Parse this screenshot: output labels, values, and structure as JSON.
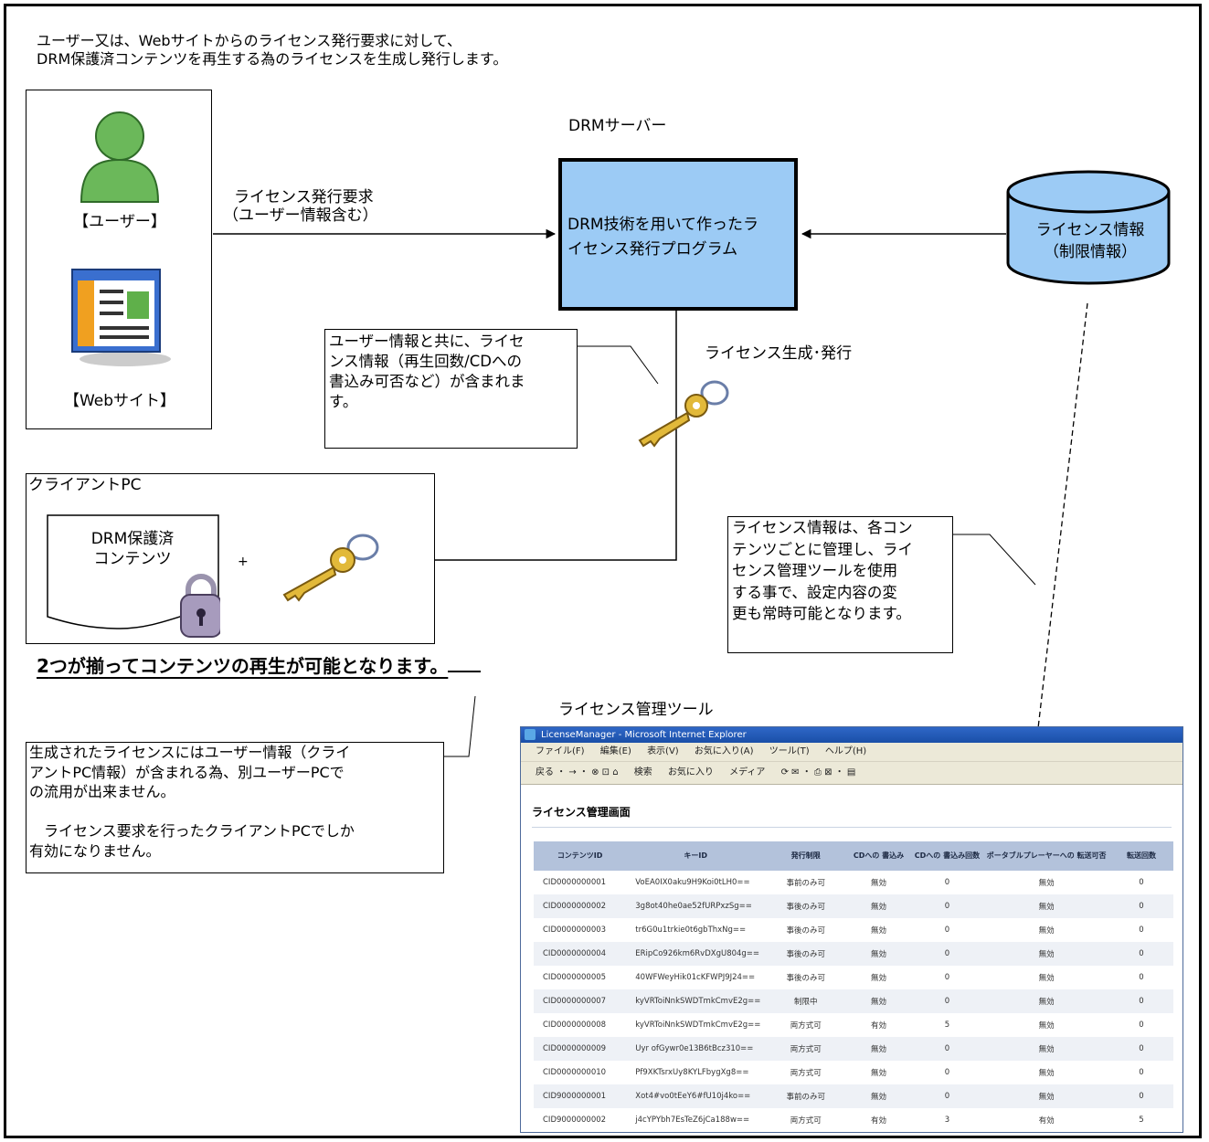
{
  "intro": {
    "line1": "ユーザー又は、Webサイトからのライセンス発行要求に対して、",
    "line2": "DRM保護済コンテンツを再生する為のライセンスを生成し発行します。"
  },
  "actors": {
    "user_label": "【ユーザー】",
    "website_label": "【Webサイト】"
  },
  "request": {
    "line1": "ライセンス発行要求",
    "line2": "（ユーザー情報含む）"
  },
  "server": {
    "title": "DRMサーバー",
    "text_line1": "DRM技術を用いて作ったラ",
    "text_line2": "イセンス発行プログラム"
  },
  "database": {
    "line1": "ライセンス情報",
    "line2": "（制限情報）"
  },
  "note_license": {
    "lines": [
      "ユーザー情報と共に、ライセ",
      "ンス情報（再生回数/CDへの",
      "書込み可否など）が含まれま",
      "す。"
    ]
  },
  "issue_label": "ライセンス生成･発行",
  "client": {
    "title": "クライアントPC",
    "content_line1": "DRM保護済",
    "content_line2": "コンテンツ",
    "plus": "+"
  },
  "note_manage": {
    "lines": [
      "ライセンス情報は、各コン",
      "テンツごとに管理し、ライ",
      "センス管理ツールを使用",
      "する事で、設定内容の変",
      "更も常時可能となります。"
    ]
  },
  "heading": "つが揃ってコンテンツの再生が可能となります。",
  "note_user": {
    "lines": [
      "生成されたライセンスにはユーザー情報（クライ",
      "アントPC情報）が含まれる為、別ユーザーPCで",
      "の流用が出来ません。",
      "",
      "　ライセンス要求を行ったクライアントPCでしか",
      "有効になりません。"
    ]
  },
  "tool_title": "ライセンス管理ツール",
  "browser": {
    "title": "LicenseManager - Microsoft Internet Explorer",
    "menu": [
      "ファイル(F)",
      "編集(E)",
      "表示(V)",
      "お気に入り(A)",
      "ツール(T)",
      "ヘルプ(H)"
    ],
    "toolbar": [
      "戻る ・ → ・ ⊗ ⊡ ⌂",
      "検索",
      "お気に入り",
      "メディア",
      "⟳ ✉ ・ ⎙ ⊠ ・ ▤"
    ],
    "page_heading": "ライセンス管理画面",
    "columns": [
      "コンテンツID",
      "キーID",
      "発行制限",
      "CDへの 書込み",
      "CDへの 書込み回数",
      "ポータブルプレーヤーへの 転送可否",
      "転送回数"
    ],
    "rows": [
      [
        "CID0000000001",
        "VoEA0IX0aku9H9Koi0tLH0==",
        "事前のみ可",
        "無効",
        "0",
        "無効",
        "0"
      ],
      [
        "CID0000000002",
        "3g8ot40he0ae52fURPxzSg==",
        "事後のみ可",
        "無効",
        "0",
        "無効",
        "0"
      ],
      [
        "CID0000000003",
        "tr6G0u1trkie0t6gbThxNg==",
        "事後のみ可",
        "無効",
        "0",
        "無効",
        "0"
      ],
      [
        "CID0000000004",
        "ERipCo926km6RvDXgU804g==",
        "事後のみ可",
        "無効",
        "0",
        "無効",
        "0"
      ],
      [
        "CID0000000005",
        "40WFWeyHik01cKFWPJ9J24==",
        "事後のみ可",
        "無効",
        "0",
        "無効",
        "0"
      ],
      [
        "CID0000000007",
        "kyVRToiNnkSWDTmkCmvE2g==",
        "制限中",
        "無効",
        "0",
        "無効",
        "0"
      ],
      [
        "CID0000000008",
        "kyVRToiNnkSWDTmkCmvE2g==",
        "両方式可",
        "有効",
        "5",
        "無効",
        "0"
      ],
      [
        "CID0000000009",
        "Uyr ofGywr0e13B6tBcz310==",
        "両方式可",
        "無効",
        "0",
        "無効",
        "0"
      ],
      [
        "CID0000000010",
        "Pf9XKTsrxUy8KYLFbygXg8==",
        "両方式可",
        "無効",
        "0",
        "無効",
        "0"
      ],
      [
        "CID9000000001",
        "Xot4#vo0tEeY6#fU10j4ko==",
        "事前のみ可",
        "無効",
        "0",
        "無効",
        "0"
      ],
      [
        "CID9000000002",
        "j4cYPYbh7EsTeZ6jCa188w==",
        "両方式可",
        "有効",
        "3",
        "有効",
        "5"
      ]
    ]
  }
}
